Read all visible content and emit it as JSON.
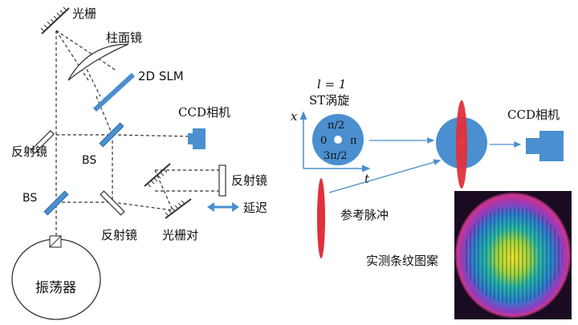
{
  "labels": {
    "grating": "光栅",
    "cylindrical_lens": "柱面镜",
    "slm": "2D SLM",
    "ccd_left": "CCD相机",
    "mirror_left": "反射镜",
    "bs_upper": "BS",
    "bs_lower": "BS",
    "mirror_bottom": "反射镜",
    "grating_pair": "光栅对",
    "mirror_delay": "反射镜",
    "delay": "延迟",
    "oscillator": "振荡器",
    "topo_charge": "l = 1",
    "st_vortex": "ST涡旋",
    "axis_x": "x",
    "axis_t": "t",
    "phase_top": "π/2",
    "phase_left": "0",
    "phase_right": "π",
    "phase_bottom": "3π/2",
    "reference_pulse": "参考脉冲",
    "ccd_right": "CCD相机",
    "fringe_pattern": "实测条纹图案"
  },
  "colors": {
    "accent_blue": "#4a8fcf",
    "pulse_red": "#e0303b",
    "line": "#333333",
    "arrow_blue": "#4a8fcf"
  }
}
